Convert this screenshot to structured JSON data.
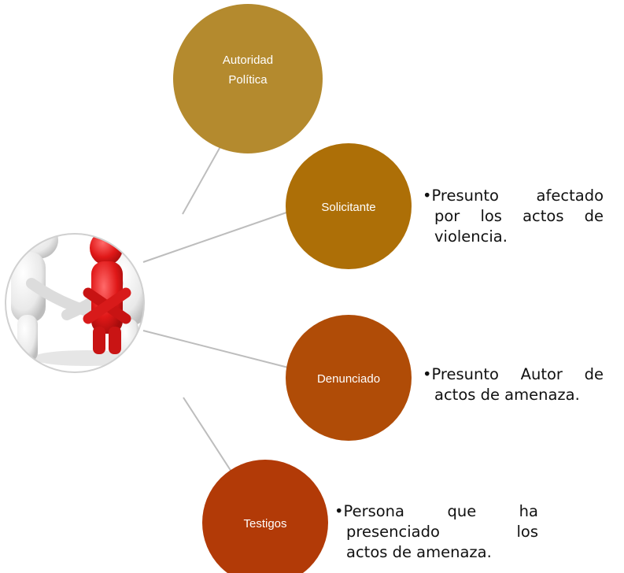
{
  "diagram": {
    "colors": {
      "connector": "#bdbdbd",
      "autoridad": "#b48a2e",
      "solicitante": "#ad6f07",
      "denunciado": "#b04c07",
      "testigos": "#b23a07",
      "hub_border": "#c8c8c8"
    },
    "hub_image": "figuras-blancas-protegiendo-figura-roja",
    "nodes": [
      {
        "id": "autoridad",
        "label_lines": [
          "Autoridad",
          "Política"
        ]
      },
      {
        "id": "solicitante",
        "label_lines": [
          "Solicitante"
        ]
      },
      {
        "id": "denunciado",
        "label_lines": [
          "Denunciado"
        ]
      },
      {
        "id": "testigos",
        "label_lines": [
          "Testigos"
        ]
      }
    ],
    "descriptions": {
      "solicitante": [
        "•Presunto afectado",
        "por los actos de",
        "violencia."
      ],
      "denunciado": [
        "•Presunto Autor de",
        "actos de amenaza."
      ],
      "testigos": [
        "•Persona que ha",
        "presenciado los",
        "actos de amenaza."
      ]
    }
  }
}
